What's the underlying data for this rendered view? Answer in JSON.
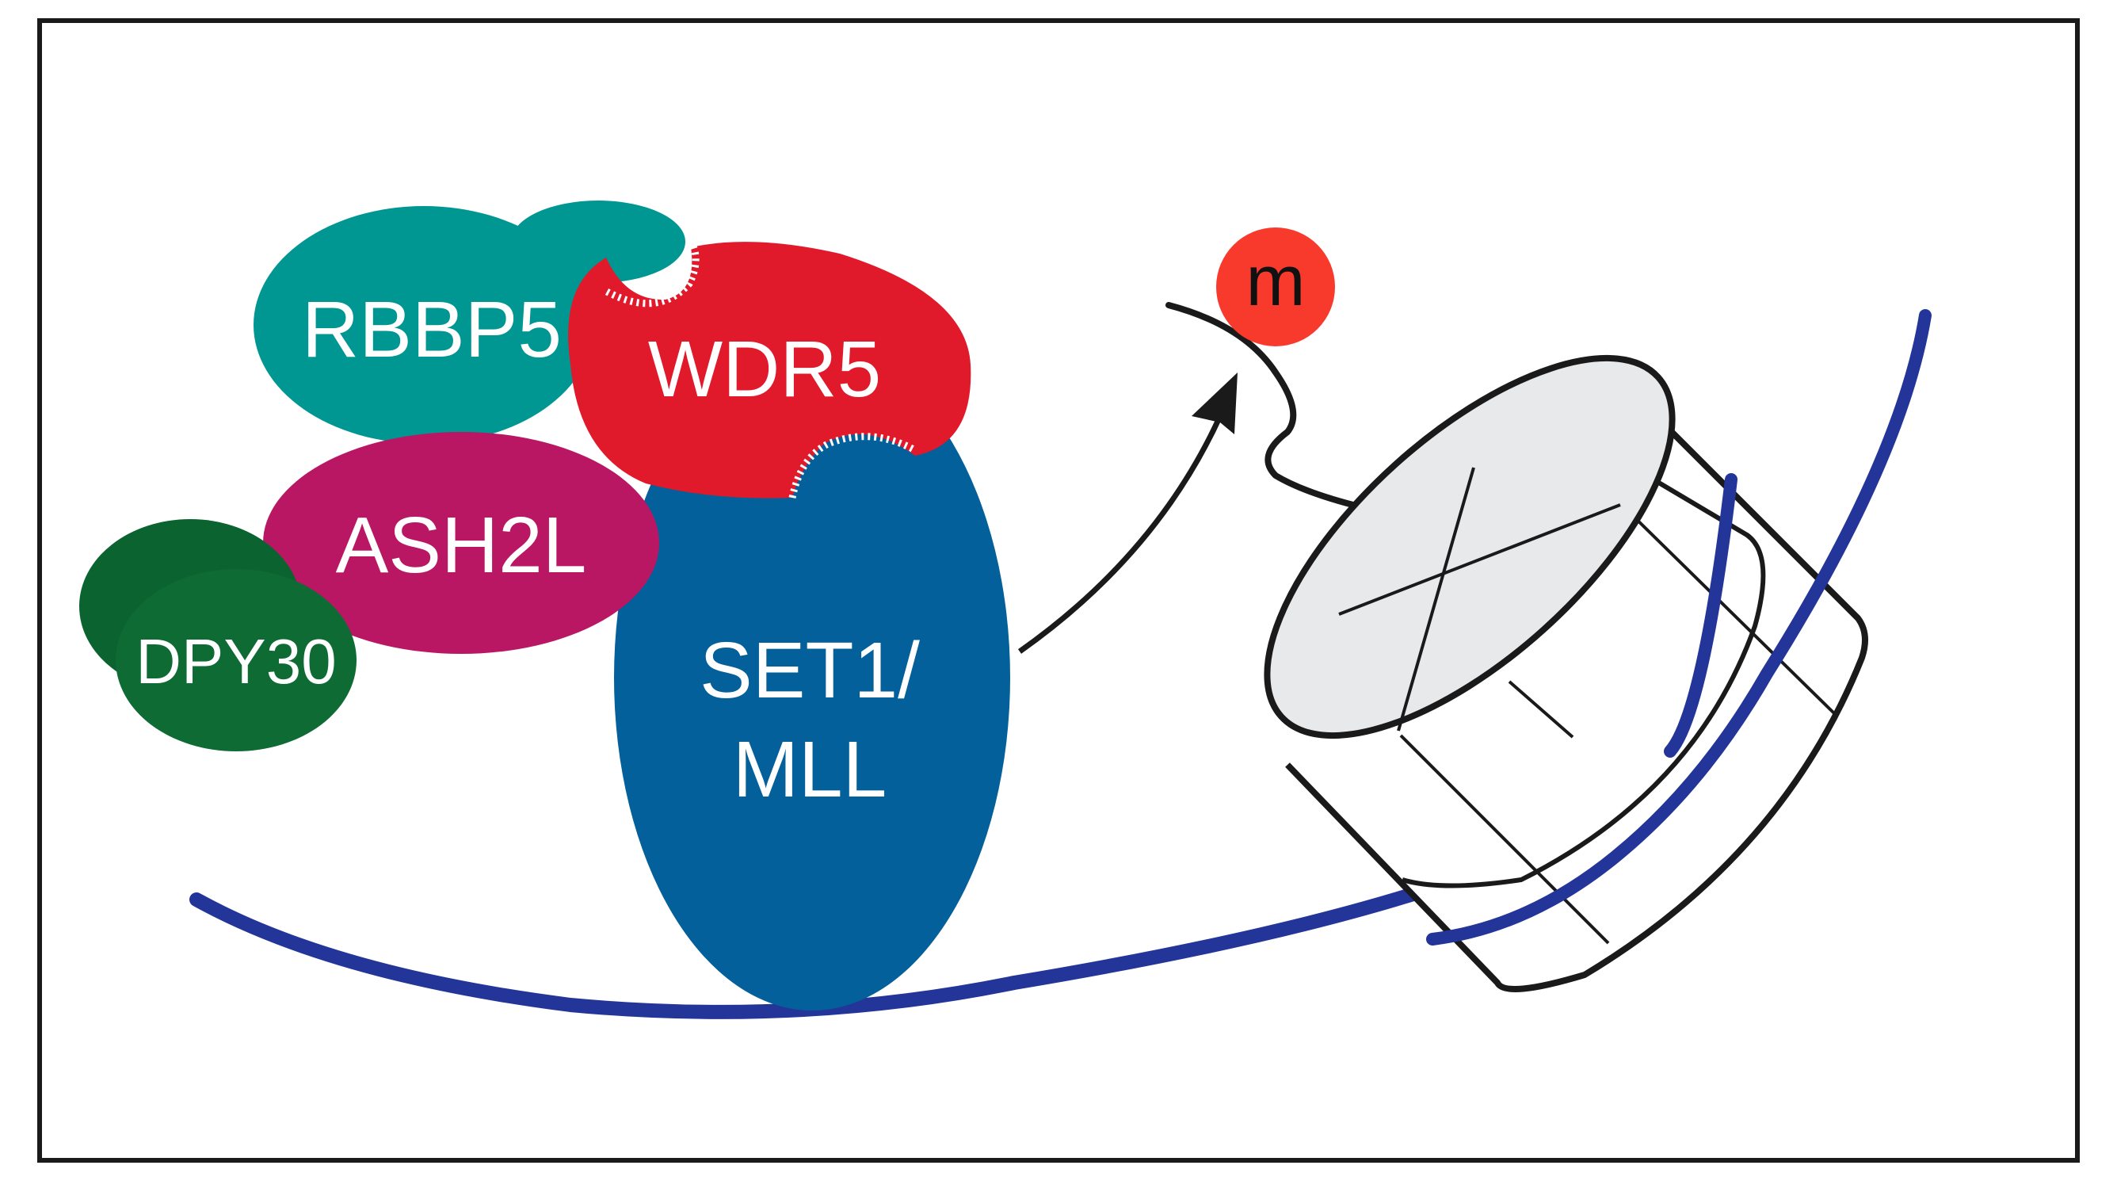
{
  "proteins": {
    "rbbp5": "RBBP5",
    "wdr5": "WDR5",
    "ash2l": "ASH2L",
    "dpy30": "DPY30",
    "set1_line1": "SET1/",
    "set1_line2": "MLL"
  },
  "methyl_mark": "m",
  "colors": {
    "rbbp5": "#009793",
    "wdr5": "#e01a2b",
    "ash2l": "#b91764",
    "dpy30_back": "#0b6430",
    "dpy30_front": "#0e6b34",
    "set1_mll": "#03609a",
    "dna": "#24359a",
    "methyl": "#f83a2c",
    "histone_face": "#e8e9eb",
    "frame": "#1a1a1a"
  }
}
